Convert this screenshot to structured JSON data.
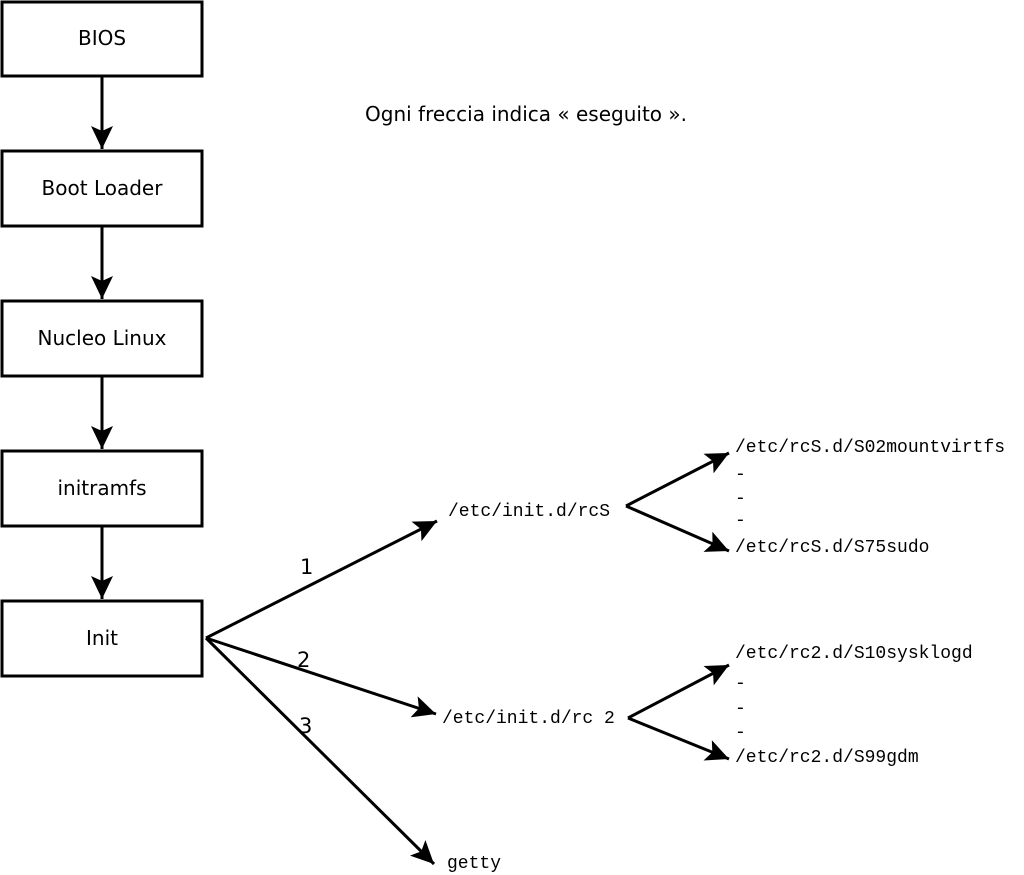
{
  "diagram": {
    "note": "Ogni freccia indica « eseguito ».",
    "flow_boxes": [
      {
        "label": "BIOS"
      },
      {
        "label": "Boot Loader"
      },
      {
        "label": "Nucleo Linux"
      },
      {
        "label": "initramfs"
      },
      {
        "label": "Init"
      }
    ],
    "branches": [
      {
        "order": "1",
        "target": "/etc/init.d/rcS"
      },
      {
        "order": "2",
        "target": "/etc/init.d/rc 2"
      },
      {
        "order": "3",
        "target": "getty"
      }
    ],
    "rcS_group": {
      "first": "/etc/rcS.d/S02mountvirtfs",
      "dashes": [
        "-",
        "-",
        "-"
      ],
      "last": "/etc/rcS.d/S75sudo"
    },
    "rc2_group": {
      "first": "/etc/rc2.d/S10sysklogd",
      "dashes": [
        "-",
        "-",
        "-"
      ],
      "last": "/etc/rc2.d/S99gdm"
    },
    "colors": {
      "line": "#000000",
      "background": "#ffffff"
    }
  }
}
